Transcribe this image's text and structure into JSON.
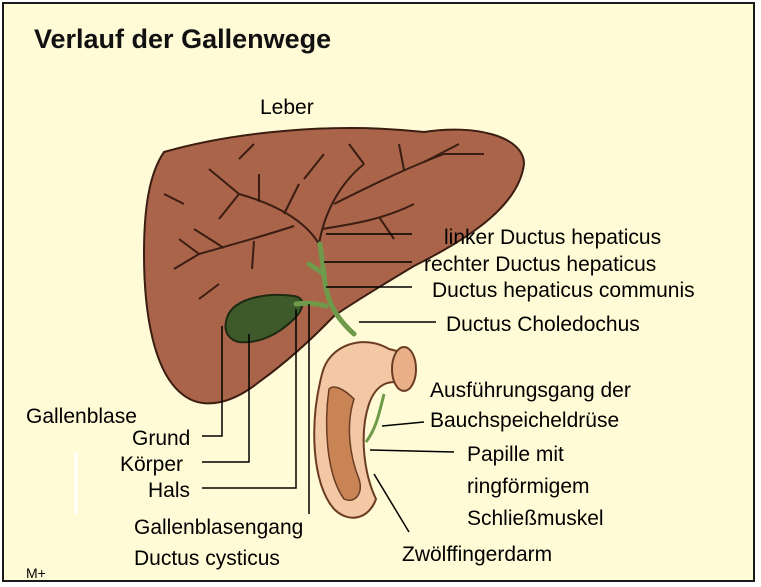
{
  "title": "Verlauf der Gallenwege",
  "labels": {
    "leber": "Leber",
    "linker_ductus_hepaticus": "linker Ductus hepaticus",
    "rechter_ductus_hepaticus": "rechter Ductus hepaticus",
    "ductus_hepaticus_communis": "Ductus hepaticus communis",
    "ductus_choledochus": "Ductus Choledochus",
    "ausfuehrungsgang_line1": "Ausführungsgang der",
    "ausfuehrungsgang_line2": "Bauchspeicheldrüse",
    "papille_line1": "Papille mit",
    "papille_line2": "ringförmigem",
    "papille_line3": "Schließmuskel",
    "gallenblase": "Gallenblase",
    "grund": "Grund",
    "koerper": "Körper",
    "hals": "Hals",
    "gallenblasengang": "Gallenblasengang",
    "ductus_cysticus": "Ductus cysticus",
    "zwoelffingerdarm": "Zwölffingerdarm",
    "corner_mark": "M+"
  },
  "colors": {
    "background": "#fffbd6",
    "liver": "#a9644a",
    "liver_outline": "#3b1d12",
    "gallbladder": "#3f5a2a",
    "duct": "#6f9a4a",
    "duodenum": "#f3c8a4",
    "duodenum_inner": "#c98456"
  }
}
